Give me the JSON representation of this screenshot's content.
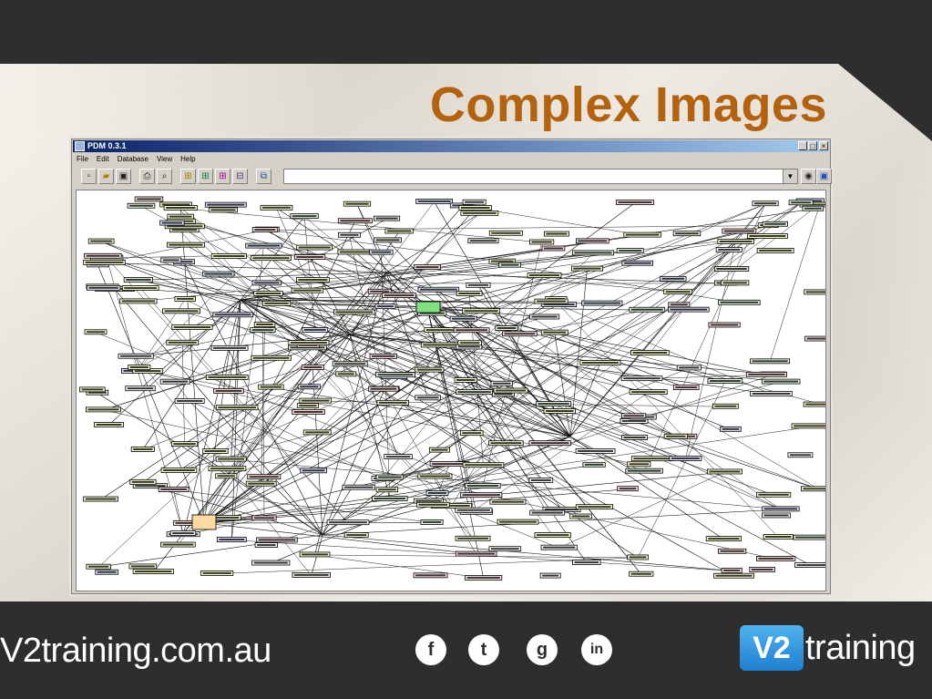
{
  "slide": {
    "title": "Complex Images"
  },
  "window": {
    "title": "PDM 0.3.1",
    "menu": [
      "File",
      "Edit",
      "Database",
      "View",
      "Help"
    ],
    "controls": {
      "minimize": "_",
      "maximize": "□",
      "close": "×"
    },
    "toolbar_icons": [
      "new-icon",
      "open-icon",
      "save-icon",
      "print-icon",
      "preview-icon",
      "table-icon",
      "add-table-icon",
      "relation-icon",
      "remove-icon",
      "diagram-icon"
    ],
    "search": {
      "value": ""
    }
  },
  "footer": {
    "site": "V2training.com.au",
    "social": [
      {
        "name": "facebook-icon",
        "glyph": "f"
      },
      {
        "name": "twitter-icon",
        "glyph": "t"
      },
      {
        "name": "google-plus-icon",
        "glyph": "g"
      },
      {
        "name": "linkedin-icon",
        "glyph": "in"
      }
    ],
    "brand": {
      "badge": "V2",
      "word": "training"
    }
  },
  "colors": {
    "title": "#b5620f",
    "band": "#2e2e2e",
    "brand": "#1f7fd0"
  }
}
